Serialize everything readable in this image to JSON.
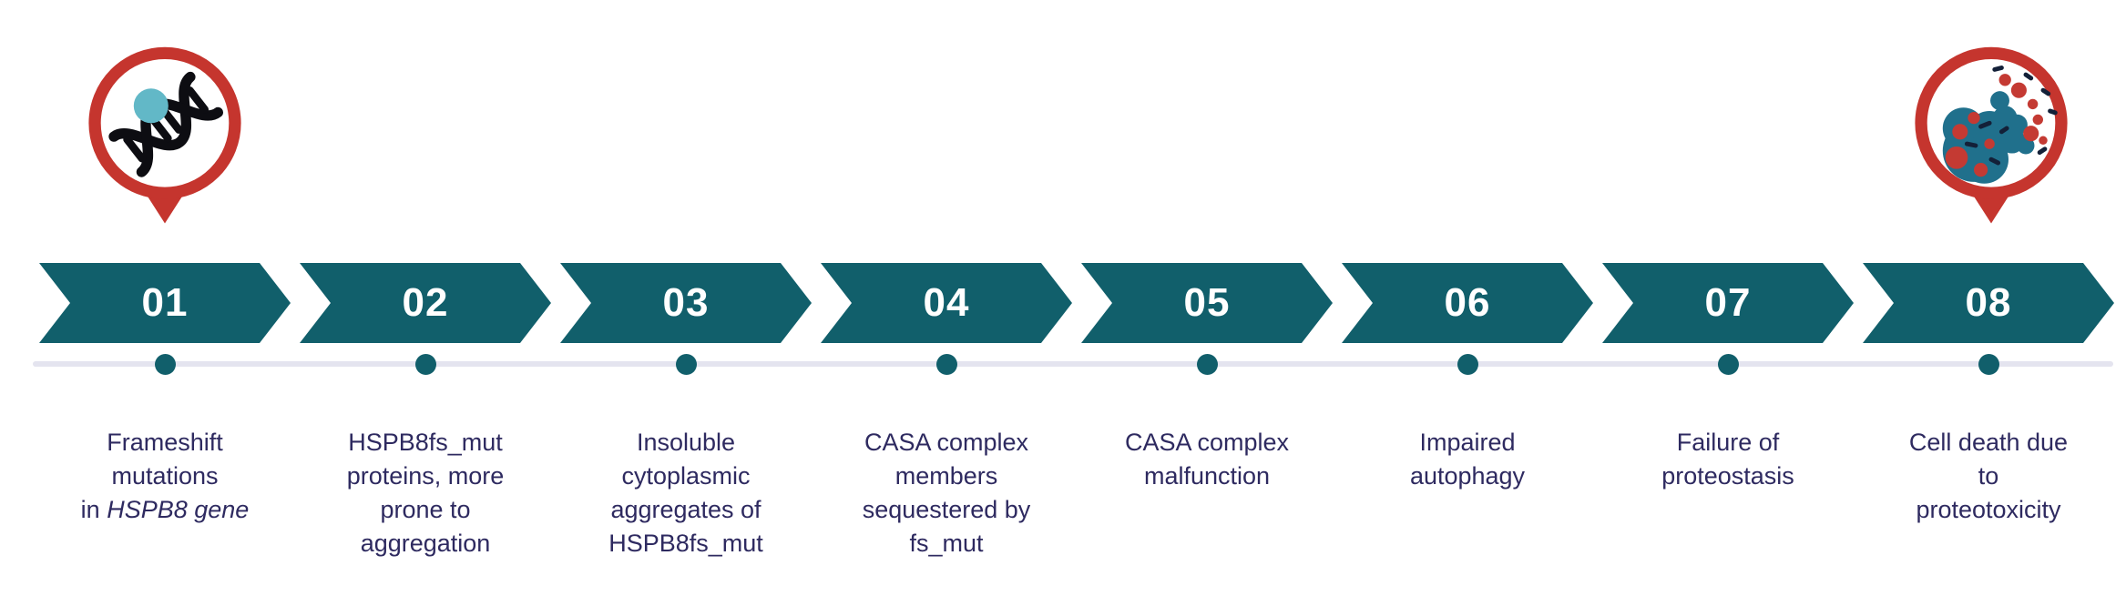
{
  "figure": {
    "type": "process-timeline",
    "step_count": 8
  },
  "palette": {
    "chevron_teal": "#115f6b",
    "dot_teal": "#115f6b",
    "pin_red": "#c5352e",
    "label_navy": "#2e2a60",
    "track_lavender": "#e4e4ef",
    "cell_blob_blue": "#20708c",
    "mutation_dot_cyan": "#62b8c7",
    "number_white": "#ffffff"
  },
  "icons": {
    "start": "dna-mutation-pin",
    "end": "cell-death-pin"
  },
  "steps": [
    {
      "num": "01",
      "label": "Frameshift\nmutations\nin ",
      "label_italic": "HSPB8 gene"
    },
    {
      "num": "02",
      "label": "HSPB8fs_mut\nproteins, more\nprone to\naggregation"
    },
    {
      "num": "03",
      "label": "Insoluble\ncytoplasmic\naggregates of\nHSPB8fs_mut"
    },
    {
      "num": "04",
      "label": "CASA complex\nmembers\nsequestered by\nfs_mut"
    },
    {
      "num": "05",
      "label": "CASA complex\nmalfunction"
    },
    {
      "num": "06",
      "label": "Impaired\nautophagy"
    },
    {
      "num": "07",
      "label": "Failure of\nproteostasis"
    },
    {
      "num": "08",
      "label": "Cell death due\nto\nproteotoxicity"
    }
  ]
}
